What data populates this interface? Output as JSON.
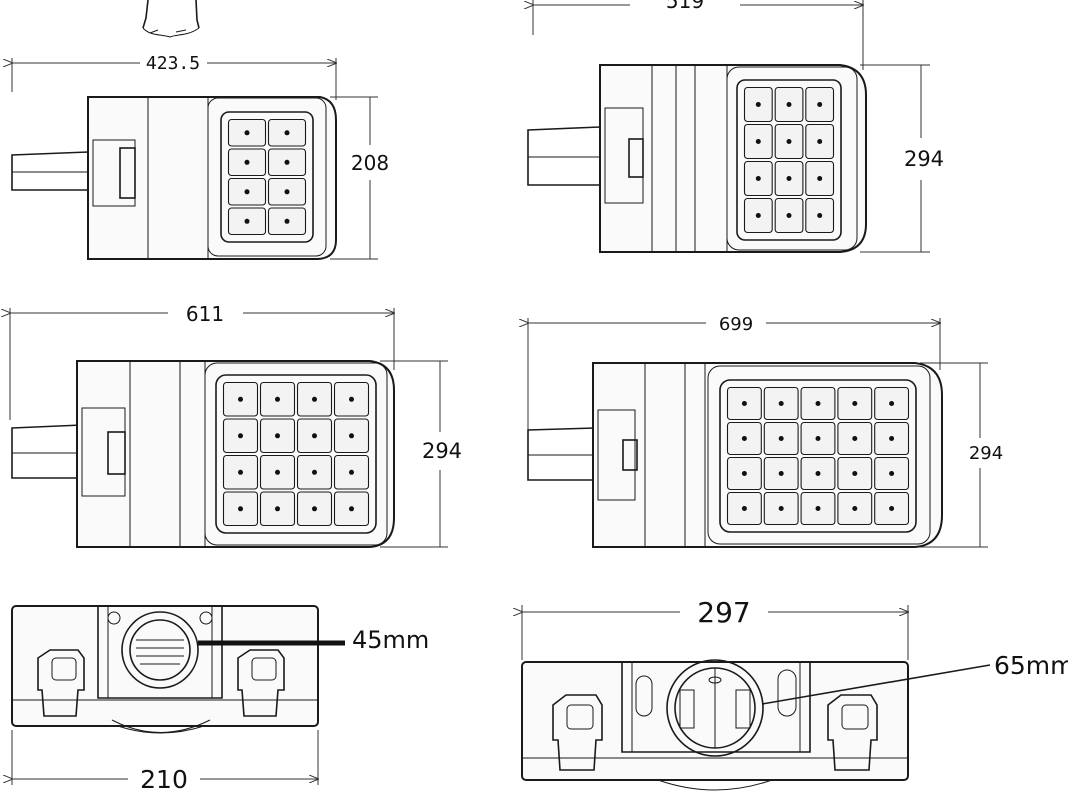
{
  "dimensions": {
    "top_left_width": "423.5",
    "top_left_height": "208",
    "top_right_width": "519",
    "top_right_height": "294",
    "mid_left_width": "611",
    "mid_left_height": "294",
    "mid_right_width": "699",
    "mid_right_height": "294",
    "bottom_left_width": "210",
    "bottom_left_pole": "45mm",
    "bottom_right_width": "297",
    "bottom_right_pole": "65mm"
  }
}
